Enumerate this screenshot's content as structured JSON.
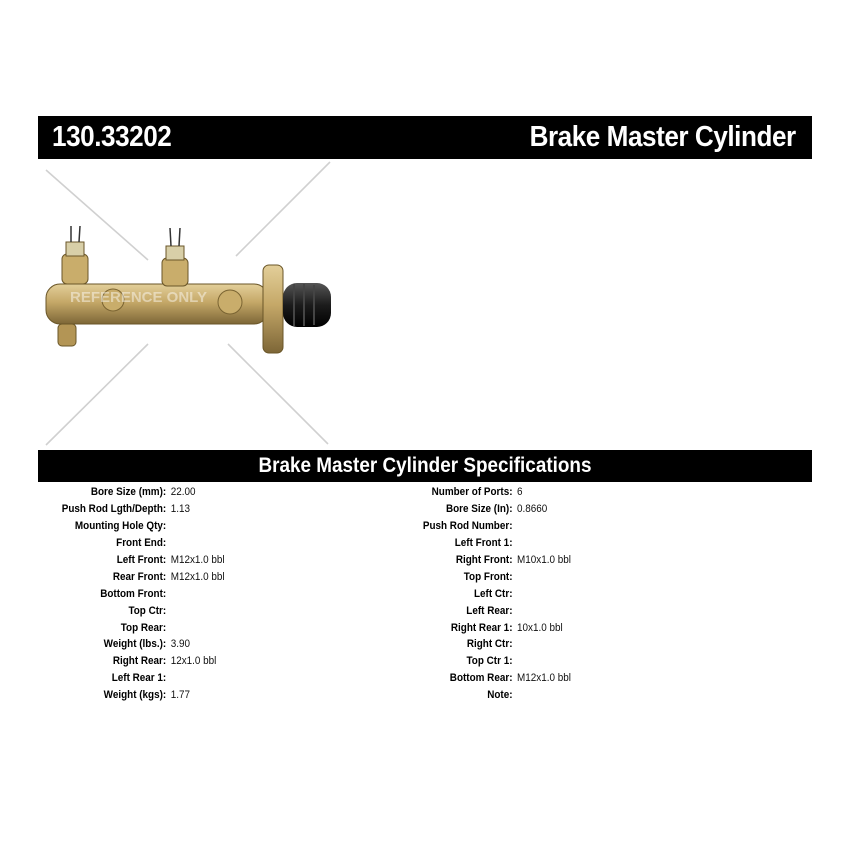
{
  "header": {
    "part_number": "130.33202",
    "product_title": "Brake Master Cylinder"
  },
  "image": {
    "icon": "brake-master-cylinder-photo",
    "watermark": "REFERENCE ONLY"
  },
  "spec_section": {
    "title": "Brake Master Cylinder Specifications"
  },
  "specs_left": [
    {
      "label": "Bore Size (mm):",
      "value": "22.00"
    },
    {
      "label": "Push Rod Lgth/Depth:",
      "value": "1.13"
    },
    {
      "label": "Mounting Hole Qty:",
      "value": ""
    },
    {
      "label": "Front End:",
      "value": ""
    },
    {
      "label": "Left Front:",
      "value": "M12x1.0 bbl"
    },
    {
      "label": "Rear Front:",
      "value": "M12x1.0 bbl"
    },
    {
      "label": "Bottom Front:",
      "value": ""
    },
    {
      "label": "Top Ctr:",
      "value": ""
    },
    {
      "label": "Top Rear:",
      "value": ""
    },
    {
      "label": "Weight (lbs.):",
      "value": "3.90"
    },
    {
      "label": "Right Rear:",
      "value": "12x1.0 bbl"
    },
    {
      "label": "Left Rear 1:",
      "value": ""
    },
    {
      "label": "Weight (kgs):",
      "value": "1.77"
    }
  ],
  "specs_right": [
    {
      "label": "Number of Ports:",
      "value": "6"
    },
    {
      "label": "Bore Size (In):",
      "value": "0.8660"
    },
    {
      "label": "Push Rod Number:",
      "value": ""
    },
    {
      "label": "Left Front 1:",
      "value": ""
    },
    {
      "label": "Right Front:",
      "value": "M10x1.0 bbl"
    },
    {
      "label": "Top Front:",
      "value": ""
    },
    {
      "label": "Left Ctr:",
      "value": ""
    },
    {
      "label": "Left Rear:",
      "value": ""
    },
    {
      "label": "Right Rear 1:",
      "value": "10x1.0 bbl"
    },
    {
      "label": "Right Ctr:",
      "value": ""
    },
    {
      "label": "Top Ctr 1:",
      "value": ""
    },
    {
      "label": "Bottom Rear:",
      "value": "M12x1.0 bbl"
    },
    {
      "label": "Note:",
      "value": ""
    }
  ]
}
